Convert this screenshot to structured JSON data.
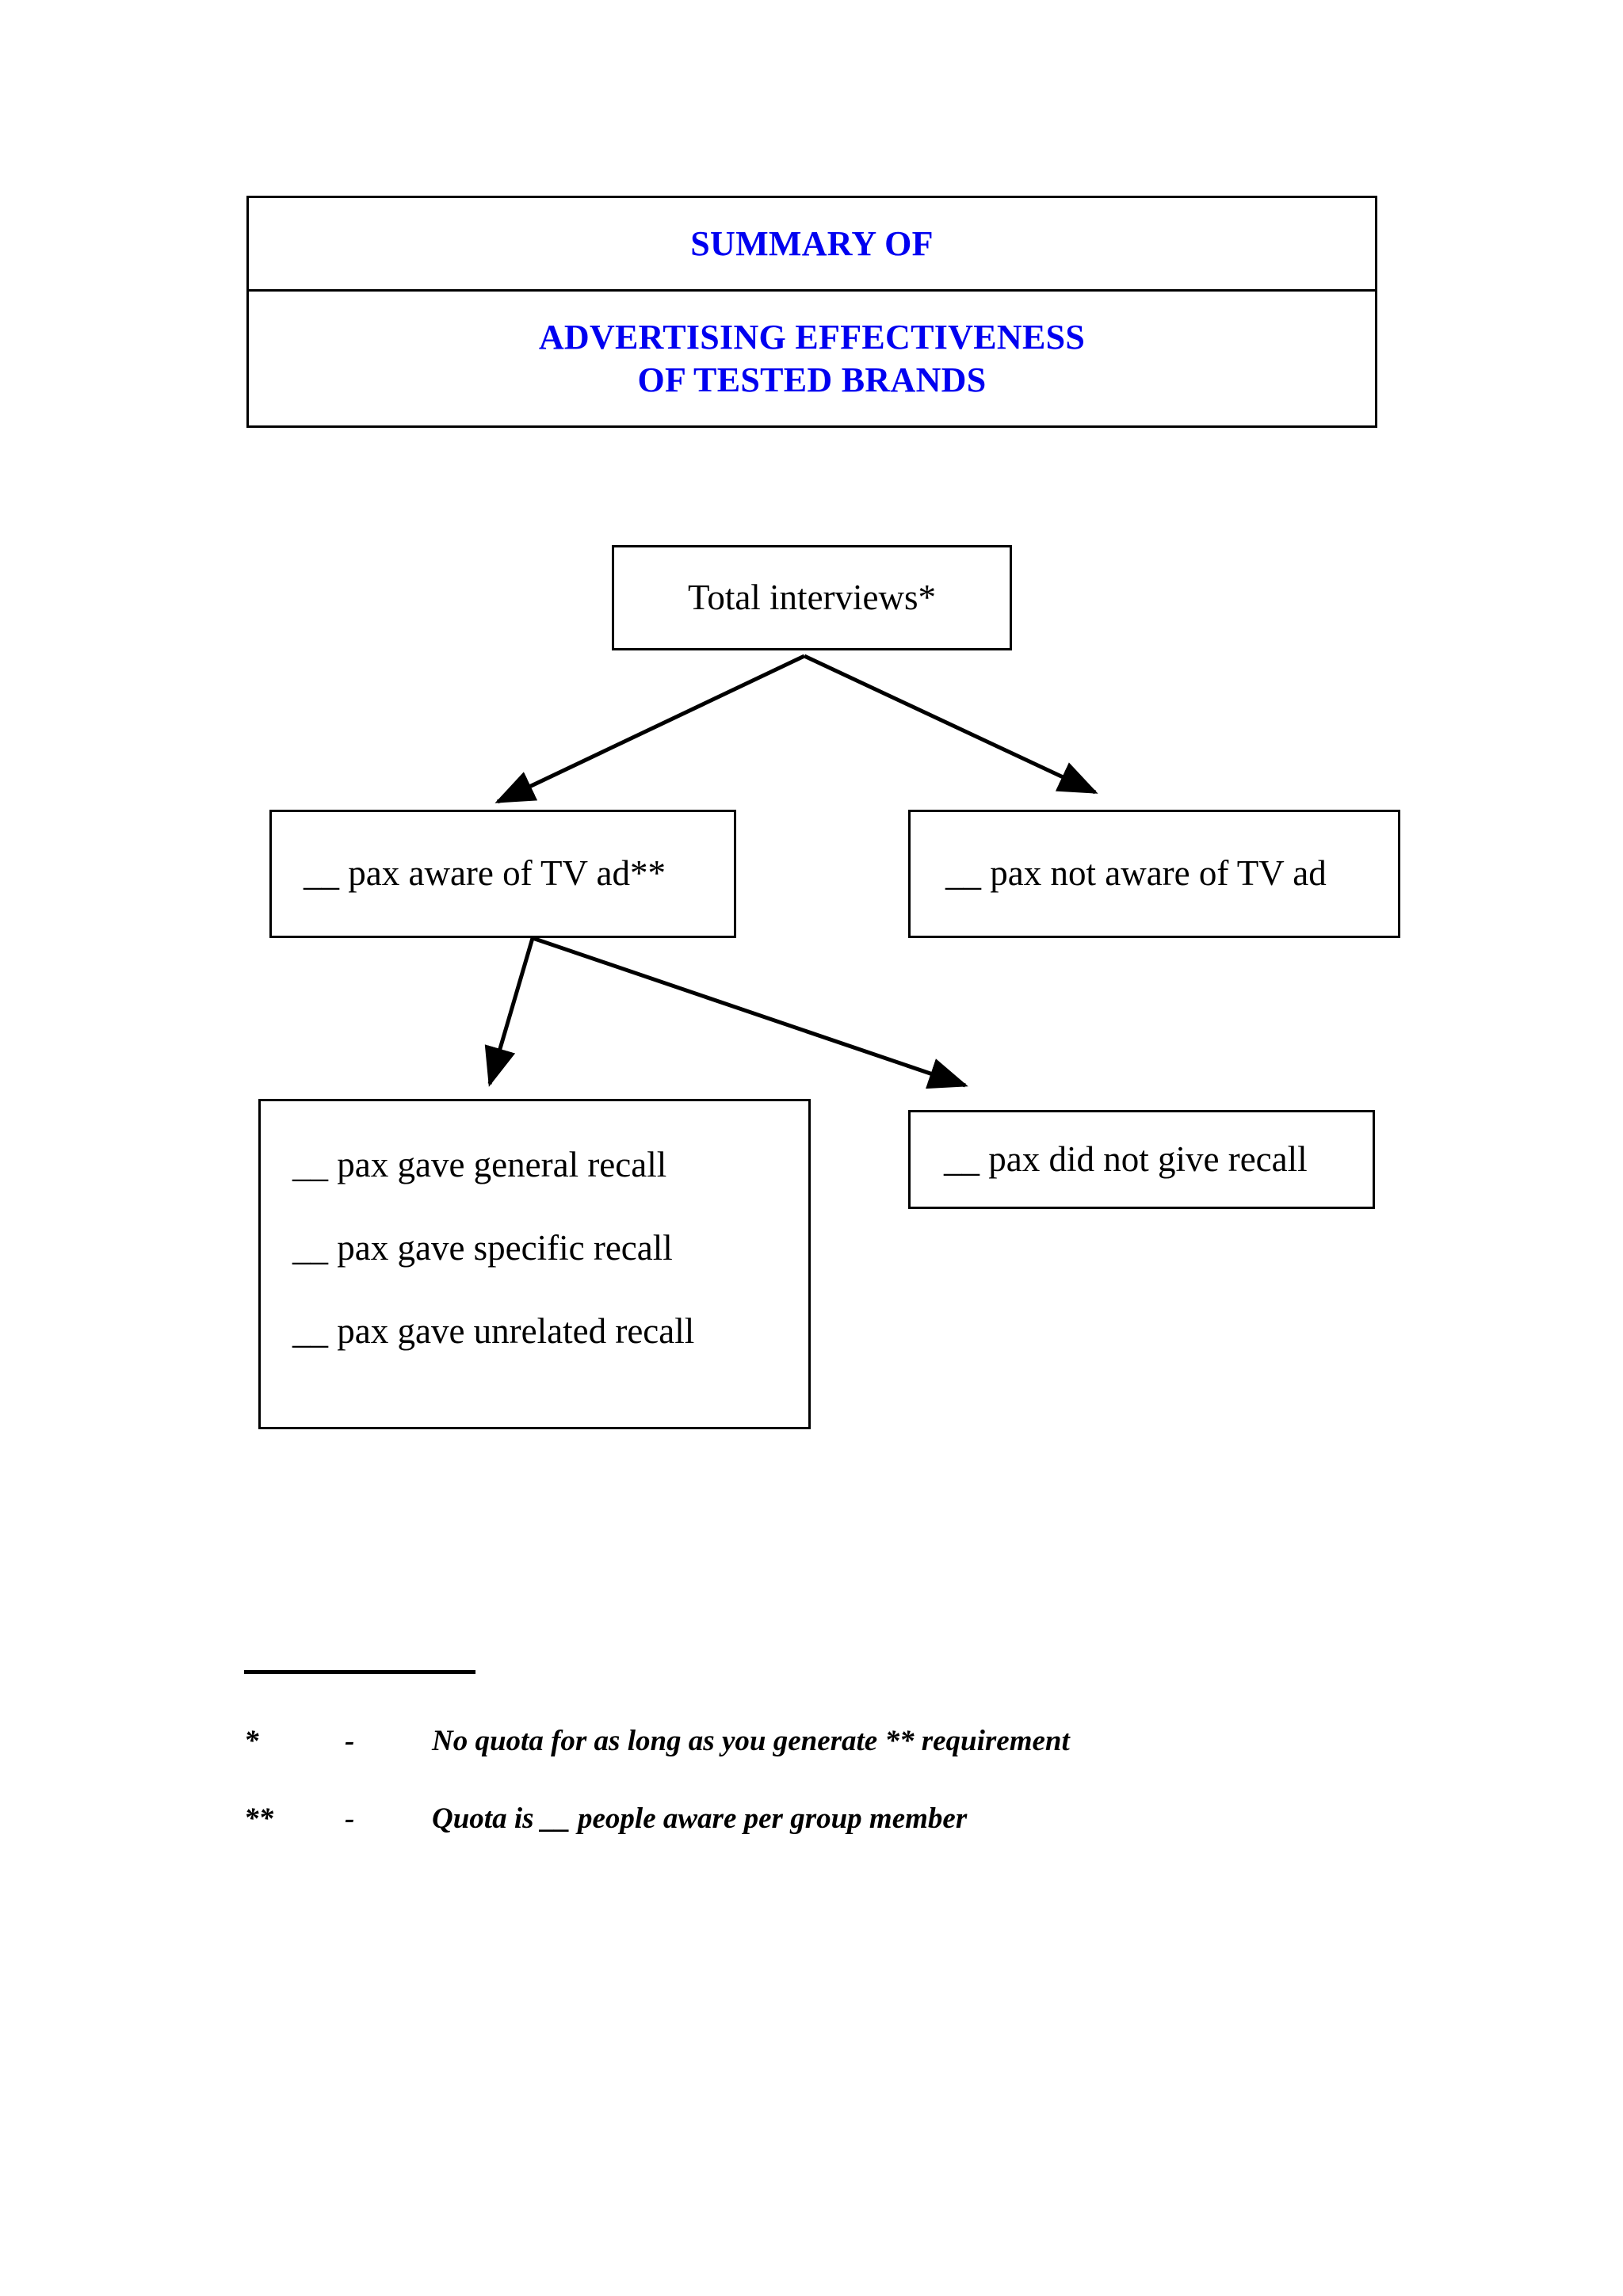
{
  "document": {
    "title_box": {
      "line1": "SUMMARY OF",
      "line2": "ADVERTISING EFFECTIVENESS",
      "line3": "OF TESTED BRANDS",
      "color": "#0000f0"
    },
    "flowchart": {
      "total_interviews": "Total interviews*",
      "aware": "__  pax aware of TV ad**",
      "not_aware": "__  pax not aware of TV ad",
      "recall": {
        "general": "__  pax gave general recall",
        "specific": "__  pax gave specific recall",
        "unrelated": "__  pax gave unrelated recall"
      },
      "no_recall": "__  pax did not give recall",
      "line_color": "#000000"
    },
    "footnotes": [
      {
        "mark": "*",
        "dash": "-",
        "text": "No quota for as long as you generate ** requirement"
      },
      {
        "mark": "**",
        "dash": "-",
        "text": "Quota is __  people aware per group member"
      }
    ]
  }
}
